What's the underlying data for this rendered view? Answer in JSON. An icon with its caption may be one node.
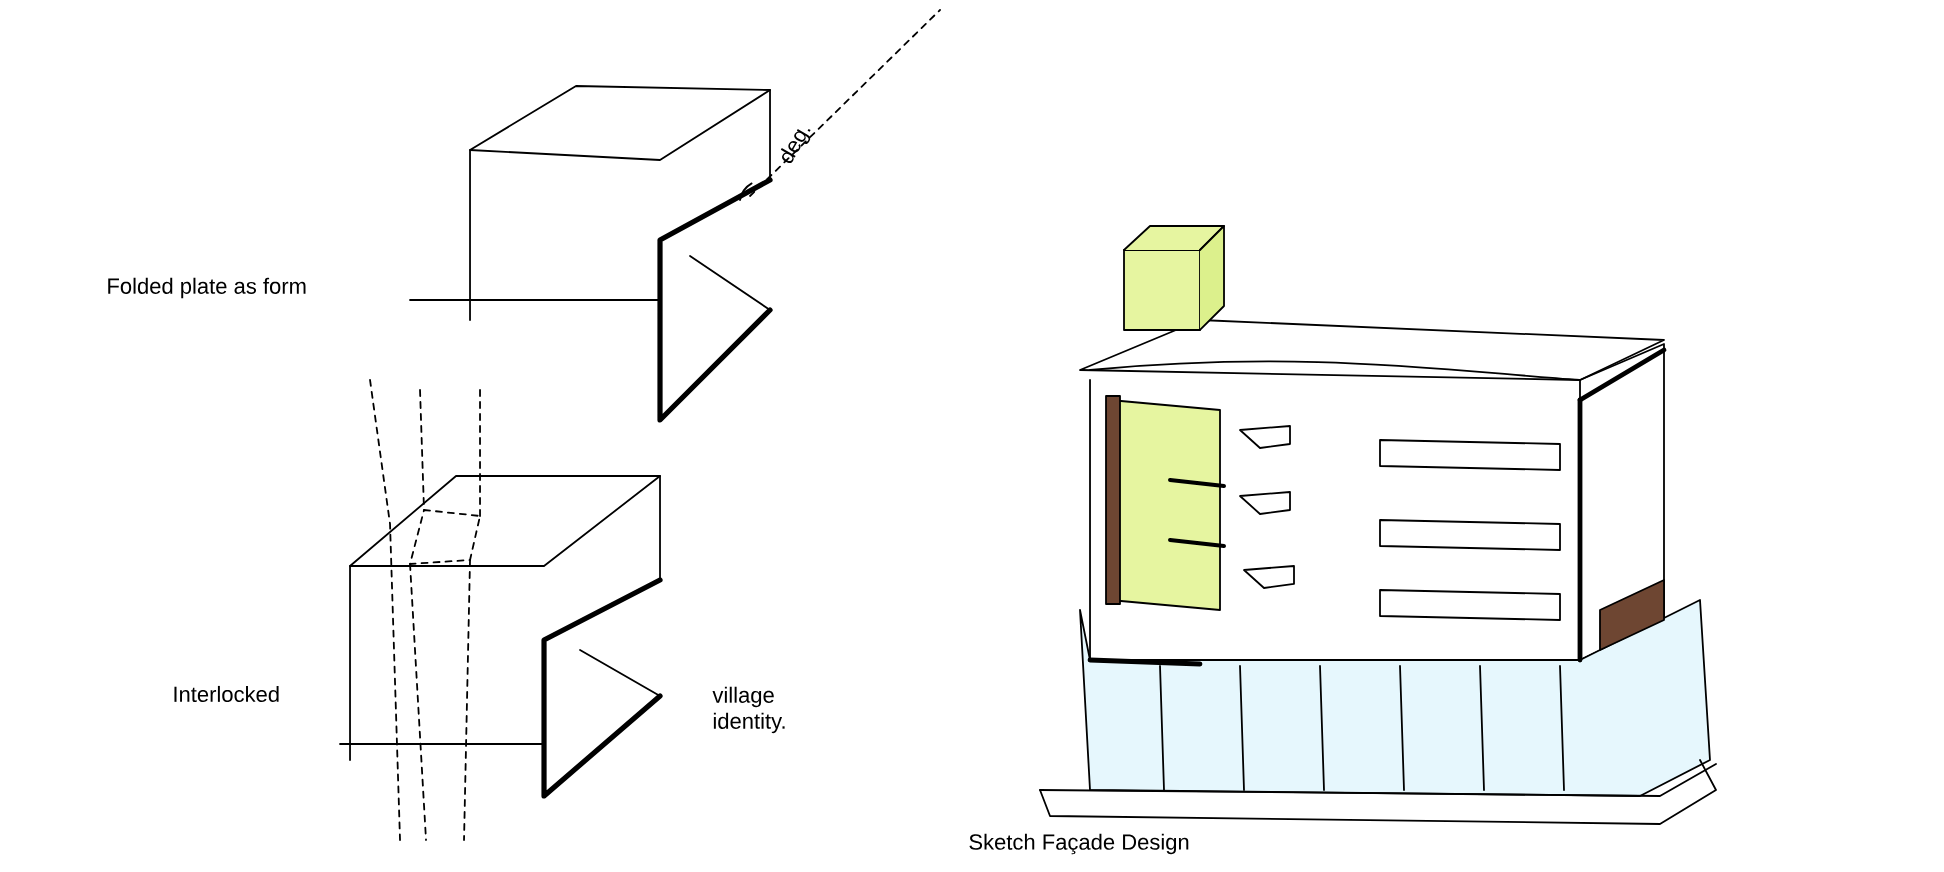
{
  "diagram": {
    "labels": [
      "deg.",
      "Folded plate as form",
      "village identity.",
      "Interlocked",
      "Sketch Façade Design"
    ]
  }
}
